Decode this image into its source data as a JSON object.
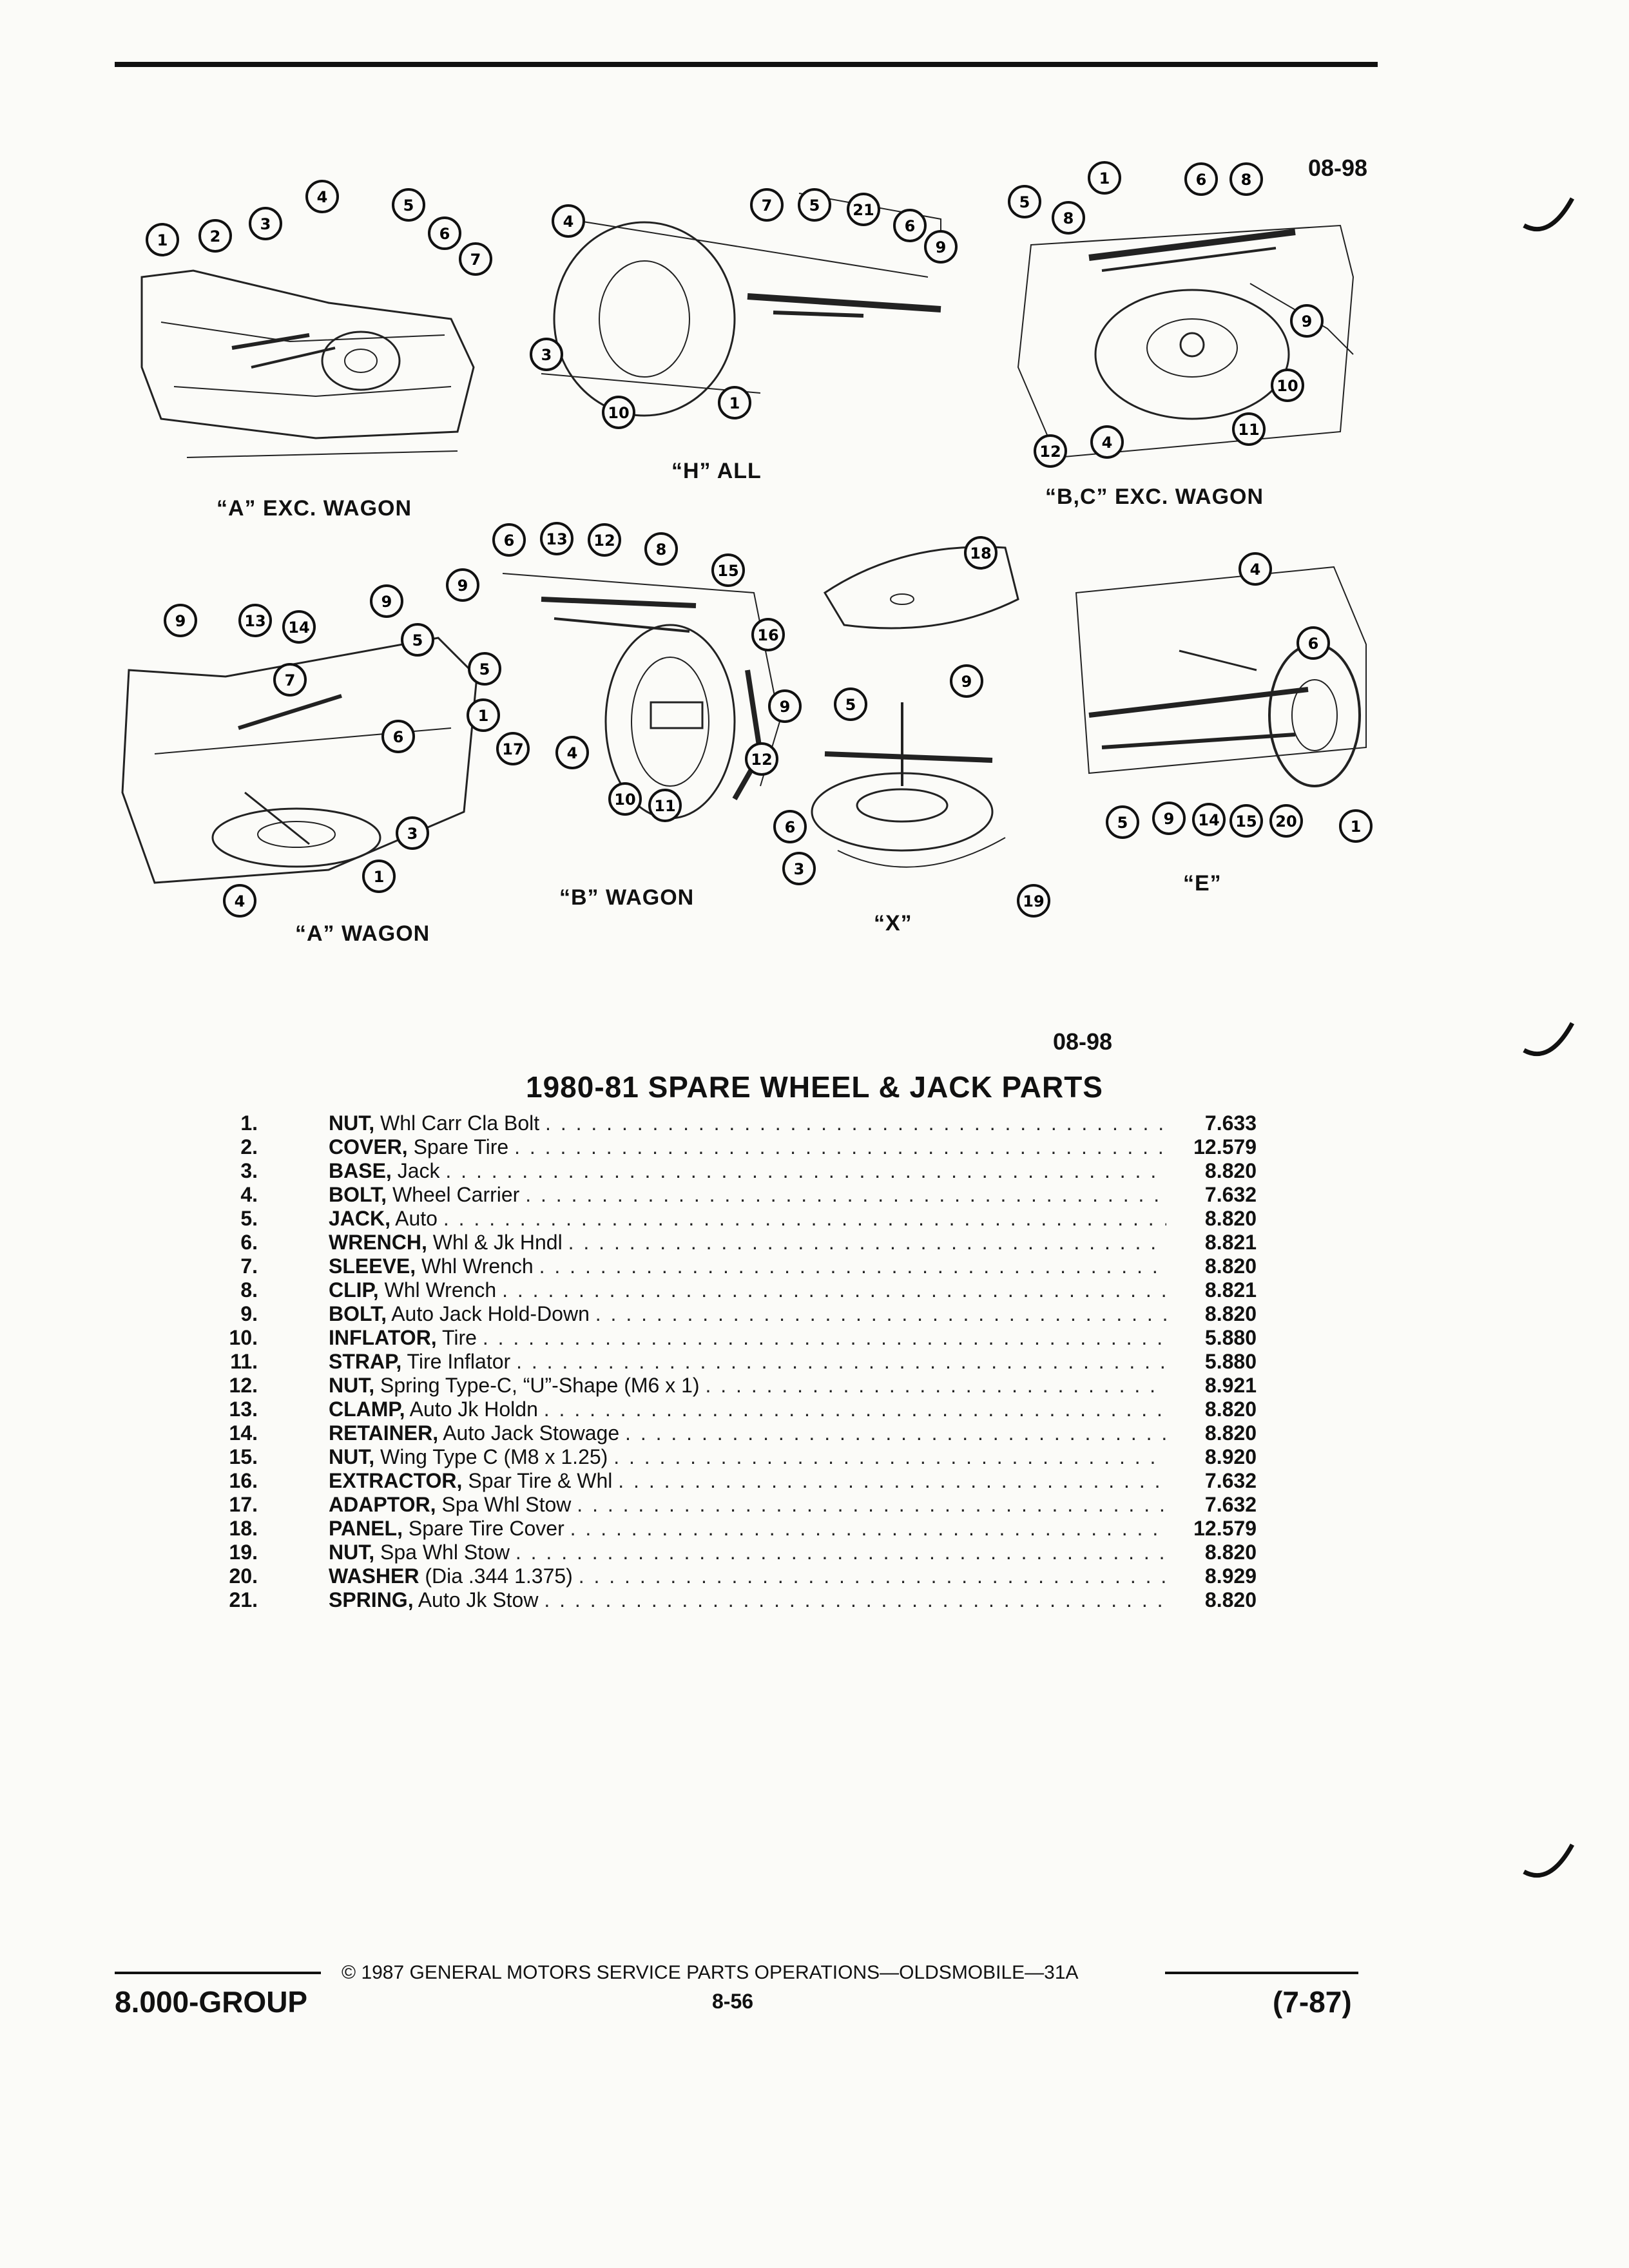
{
  "top_ref": "08-98",
  "mid_ref": "08-98",
  "captions": {
    "a_exc_wagon": "“A” EXC. WAGON",
    "h_all": "“H” ALL",
    "bc_exc_wagon": "“B,C” EXC. WAGON",
    "a_wagon": "“A” WAGON",
    "b_wagon": "“B” WAGON",
    "x": "“X”",
    "e": "“E”"
  },
  "callouts": {
    "a_exc_wagon": [
      "1",
      "2",
      "3",
      "4",
      "5",
      "6",
      "7"
    ],
    "h_all": [
      "4",
      "7",
      "5",
      "21",
      "6",
      "9",
      "3",
      "10",
      "1"
    ],
    "bc_exc_wagon": [
      "1",
      "6",
      "8",
      "5",
      "8",
      "9",
      "10",
      "11",
      "12",
      "4"
    ],
    "a_wagon": [
      "9",
      "13",
      "14",
      "9",
      "5",
      "7",
      "6",
      "3",
      "1",
      "4"
    ],
    "b_wagon": [
      "6",
      "13",
      "12",
      "8",
      "9",
      "15",
      "16",
      "5",
      "9",
      "1",
      "17",
      "4",
      "10",
      "11",
      "12"
    ],
    "x": [
      "18",
      "5",
      "9",
      "6",
      "3",
      "19"
    ],
    "e": [
      "4",
      "6",
      "5",
      "9",
      "14",
      "15",
      "20",
      "1"
    ]
  },
  "section_title": "1980-81 SPARE WHEEL & JACK PARTS",
  "parts": [
    {
      "num": "1.",
      "name": "NUT,",
      "desc": "Whl Carr Cla Bolt",
      "code": "7.633"
    },
    {
      "num": "2.",
      "name": "COVER,",
      "desc": "Spare Tire",
      "code": "12.579"
    },
    {
      "num": "3.",
      "name": "BASE,",
      "desc": "Jack",
      "code": "8.820"
    },
    {
      "num": "4.",
      "name": "BOLT,",
      "desc": "Wheel Carrier",
      "code": "7.632"
    },
    {
      "num": "5.",
      "name": "JACK,",
      "desc": "Auto",
      "code": "8.820"
    },
    {
      "num": "6.",
      "name": "WRENCH,",
      "desc": "Whl & Jk Hndl",
      "code": "8.821"
    },
    {
      "num": "7.",
      "name": "SLEEVE,",
      "desc": "Whl Wrench",
      "code": "8.820"
    },
    {
      "num": "8.",
      "name": "CLIP,",
      "desc": "Whl Wrench",
      "code": "8.821"
    },
    {
      "num": "9.",
      "name": "BOLT,",
      "desc": "Auto Jack Hold-Down",
      "code": "8.820"
    },
    {
      "num": "10.",
      "name": "INFLATOR,",
      "desc": "Tire",
      "code": "5.880"
    },
    {
      "num": "11.",
      "name": "STRAP,",
      "desc": "Tire Inflator",
      "code": "5.880"
    },
    {
      "num": "12.",
      "name": "NUT,",
      "desc": "Spring Type-C, “U”-Shape (M6 x 1)",
      "code": "8.921"
    },
    {
      "num": "13.",
      "name": "CLAMP,",
      "desc": "Auto Jk Holdn",
      "code": "8.820"
    },
    {
      "num": "14.",
      "name": "RETAINER,",
      "desc": "Auto Jack Stowage",
      "code": "8.820"
    },
    {
      "num": "15.",
      "name": "NUT,",
      "desc": "Wing Type C (M8 x 1.25)",
      "code": "8.920"
    },
    {
      "num": "16.",
      "name": "EXTRACTOR,",
      "desc": "Spar Tire & Whl",
      "code": "7.632"
    },
    {
      "num": "17.",
      "name": "ADAPTOR,",
      "desc": "Spa Whl Stow",
      "code": "7.632"
    },
    {
      "num": "18.",
      "name": "PANEL,",
      "desc": "Spare Tire Cover",
      "code": "12.579"
    },
    {
      "num": "19.",
      "name": "NUT,",
      "desc": "Spa Whl Stow",
      "code": "8.820"
    },
    {
      "num": "20.",
      "name": "WASHER",
      "desc": "(Dia .344 1.375)",
      "code": "8.929"
    },
    {
      "num": "21.",
      "name": "SPRING,",
      "desc": "Auto Jk Stow",
      "code": "8.820"
    }
  ],
  "footer": {
    "copyright": "©  1987  GENERAL MOTORS SERVICE PARTS OPERATIONS—OLDSMOBILE—31A",
    "group": "8.000-GROUP",
    "page": "8-56",
    "date": "(7-87)"
  }
}
